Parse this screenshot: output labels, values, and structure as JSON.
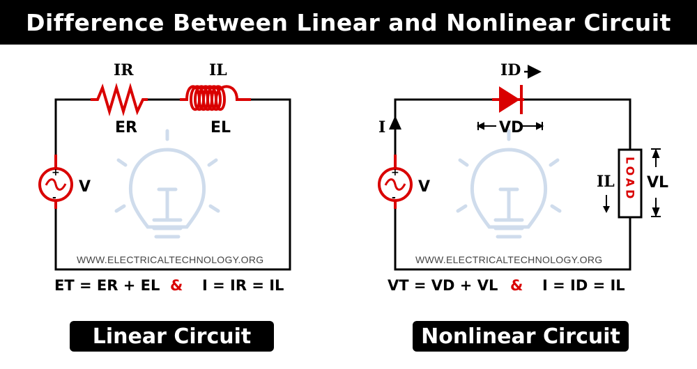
{
  "title": "Difference Between Linear and Nonlinear Circuit",
  "watermark": "WWW.ELECTRICALTECHNOLOGY.ORG",
  "linear": {
    "caption": "Linear Circuit",
    "resistor_current": "IR",
    "inductor_current": "IL",
    "resistor_voltage": "ER",
    "inductor_voltage": "EL",
    "source_label": "V",
    "equation_voltage": "ET = ER + EL",
    "equation_current": "I = IR = IL"
  },
  "nonlinear": {
    "caption": "Nonlinear Circuit",
    "diode_current": "ID",
    "diode_voltage": "VD",
    "loop_current": "I",
    "source_label": "V",
    "load_label": "LOAD",
    "load_current": "IL",
    "load_voltage": "VL",
    "equation_voltage": "VT = VD + VL",
    "equation_current": "I = ID = IL"
  },
  "connector": "&",
  "colors": {
    "component": "#d90000",
    "wire": "#000000",
    "bulb": "#cfdcec",
    "background": "#ffffff"
  }
}
